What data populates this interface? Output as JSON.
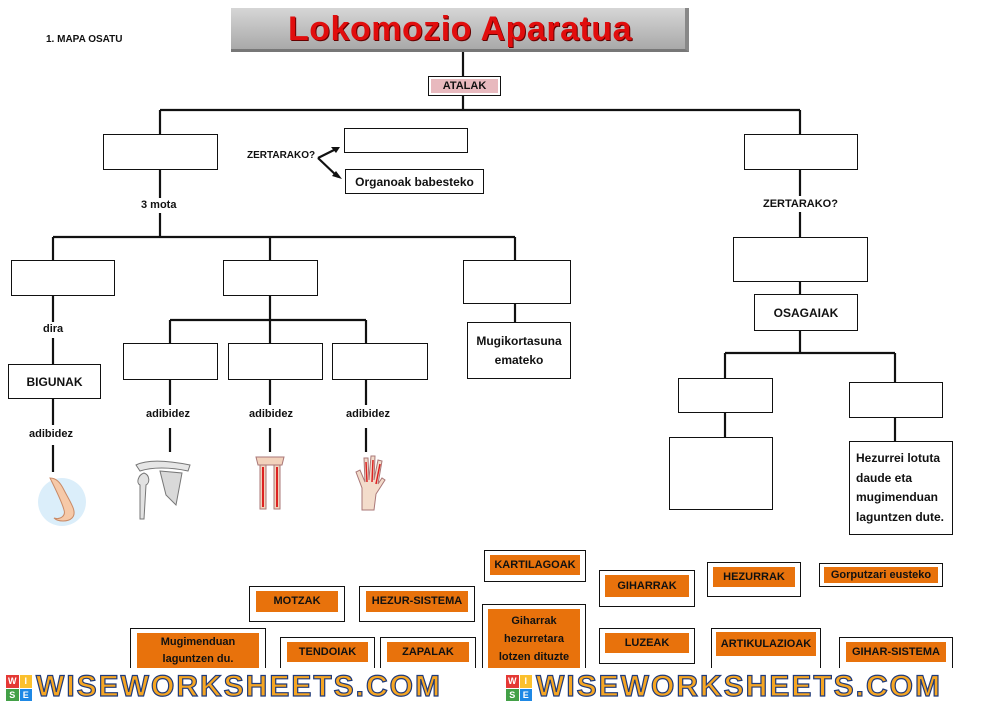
{
  "header": {
    "exercise": "1. MAPA OSATU",
    "title": "Lokomozio Aparatua"
  },
  "map": {
    "root": "ATALAK",
    "zertarako_left": "ZERTARAKO?",
    "organoak": "Organoak babesteko",
    "three_types": "3 mota",
    "zertarako_right": "ZERTARAKO?",
    "osagaiak": "OSAGAIAK",
    "dira": "dira",
    "bigunak": "BIGUNAK",
    "adibidez": "adibidez",
    "mugikortasuna": "Mugikortasuna emateko",
    "hezurrei": "Hezurrei lotuta daude eta mugimenduan laguntzen dute.",
    "images": [
      "nose-illustration",
      "shoulder-bones-illustration",
      "leg-bones-illustration",
      "hand-bones-illustration"
    ]
  },
  "word_bank": [
    {
      "id": "kartilagoak",
      "text": "KARTILAGOAK"
    },
    {
      "id": "giharrak",
      "text": "GIHARRAK"
    },
    {
      "id": "hezurrak",
      "text": "HEZURRAK"
    },
    {
      "id": "gorputzari",
      "text": "Gorputzari eusteko"
    },
    {
      "id": "motzak",
      "text": "MOTZAK"
    },
    {
      "id": "hezur-sistema",
      "text": "HEZUR-SISTEMA"
    },
    {
      "id": "mugimenduan",
      "text": "Mugimenduan laguntzen du."
    },
    {
      "id": "tendoiak",
      "text": "TENDOIAK"
    },
    {
      "id": "zapalak",
      "text": "ZAPALAK"
    },
    {
      "id": "giharrak-lotzen",
      "text": "Giharrak hezurretara lotzen dituzte"
    },
    {
      "id": "luzeak",
      "text": "LUZEAK"
    },
    {
      "id": "artikulazioak",
      "text": "ARTIKULAZIOAK"
    },
    {
      "id": "gihar-sistema",
      "text": "GIHAR-SISTEMA"
    }
  ],
  "watermark": {
    "text": "WISEWORKSHEETS.COM",
    "logo_letters": [
      "W",
      "I",
      "S",
      "E"
    ]
  },
  "colors": {
    "title_red": "#e10d0d",
    "word_orange": "#e8720c",
    "root_pink": "#e8b9be",
    "watermark_blue": "#1f3a7a"
  }
}
